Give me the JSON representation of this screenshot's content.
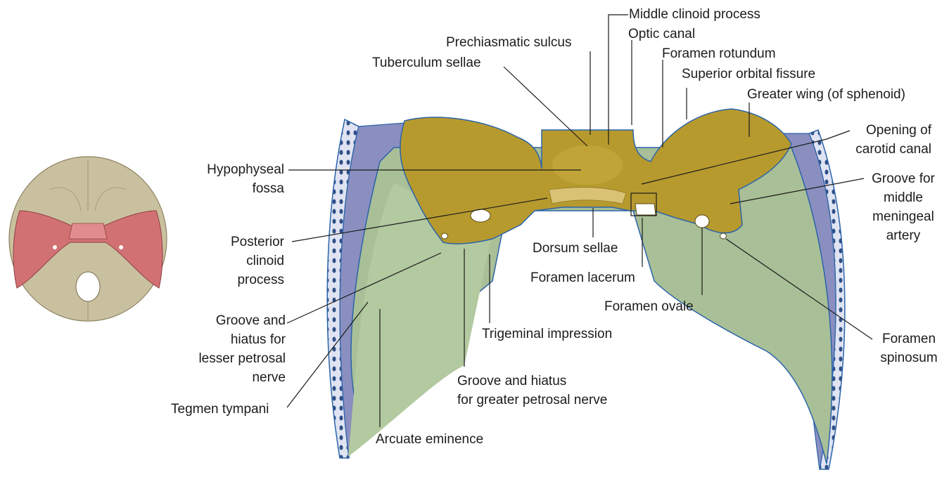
{
  "labels": {
    "middle_clinoid_process": "Middle clinoid process",
    "optic_canal": "Optic canal",
    "prechiasmatic_sulcus": "Prechiasmatic sulcus",
    "foramen_rotundum": "Foramen rotundum",
    "tuberculum_sellae": "Tuberculum sellae",
    "superior_orbital_fissure": "Superior orbital fissure",
    "greater_wing": "Greater wing (of sphenoid)",
    "opening_carotid_canal": [
      "Opening of",
      "carotid canal"
    ],
    "hypophyseal_fossa": [
      "Hypophyseal",
      "fossa"
    ],
    "groove_middle_meningeal": [
      "Groove for",
      "middle",
      "meningeal",
      "artery"
    ],
    "posterior_clinoid_process": [
      "Posterior",
      "clinoid",
      "process"
    ],
    "dorsum_sellae": "Dorsum sellae",
    "foramen_lacerum": "Foramen lacerum",
    "foramen_ovale": "Foramen ovale",
    "groove_lesser_petrosal": [
      "Groove and",
      "hiatus for",
      "lesser petrosal",
      "nerve"
    ],
    "trigeminal_impression": "Trigeminal impression",
    "foramen_spinosum": [
      "Foramen",
      "spinosum"
    ],
    "groove_greater_petrosal": [
      "Groove and hiatus",
      "for greater petrosal nerve"
    ],
    "tegmen_tympani": "Tegmen tympani",
    "arcuate_eminence": "Arcuate eminence"
  },
  "colors": {
    "sphenoid": "#b79a2e",
    "temporal": "#a9bf97",
    "cut_bone": "#8a8fc0",
    "outline": "#2c64a8",
    "leader": "#1a1a1a",
    "skull_base": "#c8bf9a",
    "highlight_red": "#cf6a6e"
  }
}
